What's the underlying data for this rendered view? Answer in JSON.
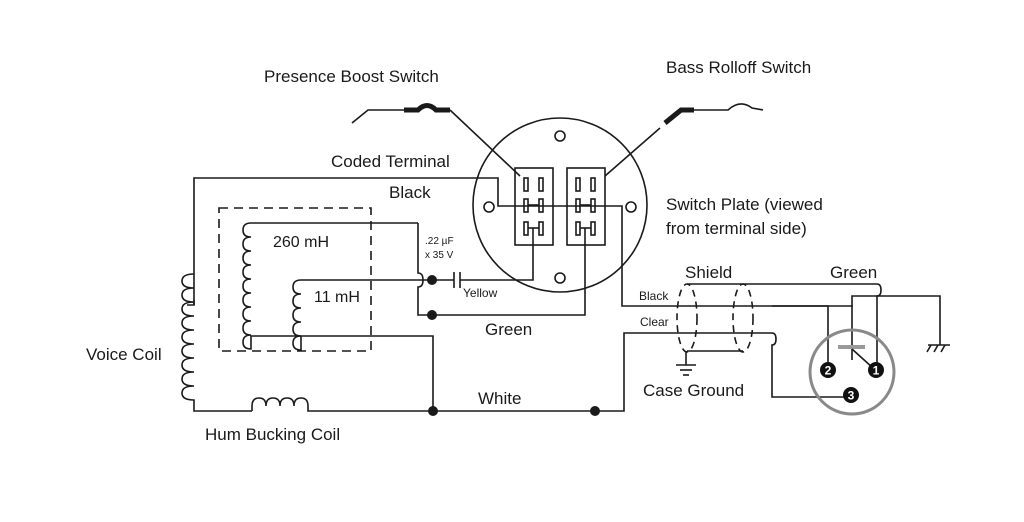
{
  "diagram": {
    "title": "Microphone wiring schematic",
    "labels": {
      "presence_boost_switch": "Presence Boost Switch",
      "bass_rolloff_switch": "Bass Rolloff Switch",
      "coded_terminal": "Coded Terminal",
      "black_top": "Black",
      "switch_plate_line1": "Switch Plate (viewed",
      "switch_plate_line2": "from terminal side)",
      "inductor_260": "260 mH",
      "inductor_11": "11 mH",
      "capacitor_line1": ".22 µF",
      "capacitor_line2": "x 35 V",
      "yellow": "Yellow",
      "green_mid": "Green",
      "voice_coil": "Voice Coil",
      "hum_bucking_coil": "Hum Bucking Coil",
      "white": "White",
      "shield": "Shield",
      "green_right": "Green",
      "black_cable": "Black",
      "clear_cable": "Clear",
      "case_ground": "Case Ground"
    },
    "connector_pins": [
      "1",
      "2",
      "3"
    ],
    "colors": {
      "wire": "#1a1a1a",
      "connector_outline": "#8a8a8a",
      "background": "#ffffff"
    }
  }
}
